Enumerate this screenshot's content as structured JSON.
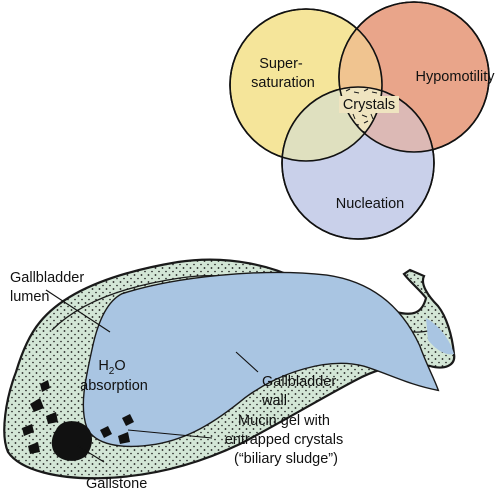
{
  "venn": {
    "circles": [
      {
        "label_lines": [
          "Super-",
          "saturation"
        ],
        "color": "#f5e59a"
      },
      {
        "label_lines": [
          "Hypomotility"
        ],
        "color": "#e9a58a"
      },
      {
        "label_lines": [
          "Nucleation"
        ],
        "color": "#c9d0ea"
      }
    ],
    "center_label": "Crystals"
  },
  "gallbladder": {
    "lumen_label": [
      "Gallbladder",
      "lumen"
    ],
    "absorption_label": {
      "prefix": "H",
      "subscript": "2",
      "suffix": "O",
      "line2": "absorption"
    },
    "wall_label": [
      "Gallbladder",
      "wall"
    ],
    "sludge_label": [
      "Mucin gel with",
      "entrapped crystals",
      "(“biliary sludge”)"
    ],
    "gallstone_label": "Gallstone",
    "colors": {
      "lumen": "#a9c5e2",
      "wall": "#d3e6d6",
      "outline": "#1a1a1a"
    }
  }
}
